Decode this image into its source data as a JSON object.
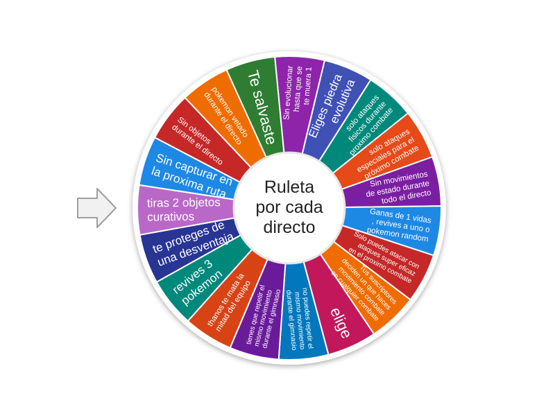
{
  "wheel": {
    "title_lines": [
      "Ruleta",
      "por cada",
      "directo"
    ],
    "segments": [
      {
        "color": "#8e24aa",
        "lines": [
          "Sin evolucionar",
          "hasta que se",
          "te muera 1"
        ]
      },
      {
        "color": "#3f51b5",
        "lines": [
          "Eliges piedra",
          "evolutiva"
        ]
      },
      {
        "color": "#00897b",
        "lines": [
          "solo ataques",
          "fisicos durante",
          "proximo combate"
        ]
      },
      {
        "color": "#e64a19",
        "lines": [
          "solo ataques",
          "especiales para el",
          "próximo combate"
        ]
      },
      {
        "color": "#7b1fa2",
        "lines": [
          "Sin movimientos",
          "de estado durante",
          "todo el directo"
        ]
      },
      {
        "color": "#1e88e5",
        "lines": [
          "Ganas de 1 vidas",
          ", revives a uno o",
          "pokemon random"
        ]
      },
      {
        "color": "#c62828",
        "lines": [
          "Solo puedes atacar con",
          "ataques super eficaz",
          "en el proximo combate"
        ]
      },
      {
        "color": "#ef6c00",
        "lines": [
          "Tus suscriptores",
          "deciden un que haces",
          "movimiento combate",
          "en cualquier combate"
        ]
      },
      {
        "color": "#c2185b",
        "lines": [
          "elige"
        ]
      },
      {
        "color": "#0277bd",
        "lines": [
          "no puedes repetir el",
          "mismo movimiento",
          "durante el gimnasio"
        ]
      },
      {
        "color": "#6a1b9a",
        "lines": [
          "tienes que repetir el",
          "mismo movimiento",
          "durante el gimnasio"
        ]
      },
      {
        "color": "#d84315",
        "lines": [
          "thanos te mata la",
          "mitad del equipo"
        ]
      },
      {
        "color": "#00897b",
        "lines": [
          "revives 3",
          "pokemon"
        ]
      },
      {
        "color": "#283593",
        "lines": [
          "te proteges de",
          "una desventaja"
        ]
      },
      {
        "color": "#ba68c8",
        "lines": [
          "tiras 2 objetos",
          "curativos"
        ]
      },
      {
        "color": "#1e88e5",
        "lines": [
          "Sin capturar en",
          "la proxima ruta"
        ]
      },
      {
        "color": "#c62828",
        "lines": [
          "Sin objetos",
          "durante el directo"
        ]
      },
      {
        "color": "#ef6c00",
        "lines": [
          "pokemon vetado",
          "durante el directo"
        ]
      },
      {
        "color": "#2e7d32",
        "lines": [
          "Te salvaste"
        ]
      }
    ]
  },
  "pointer": {
    "icon": "arrow-right-icon"
  }
}
